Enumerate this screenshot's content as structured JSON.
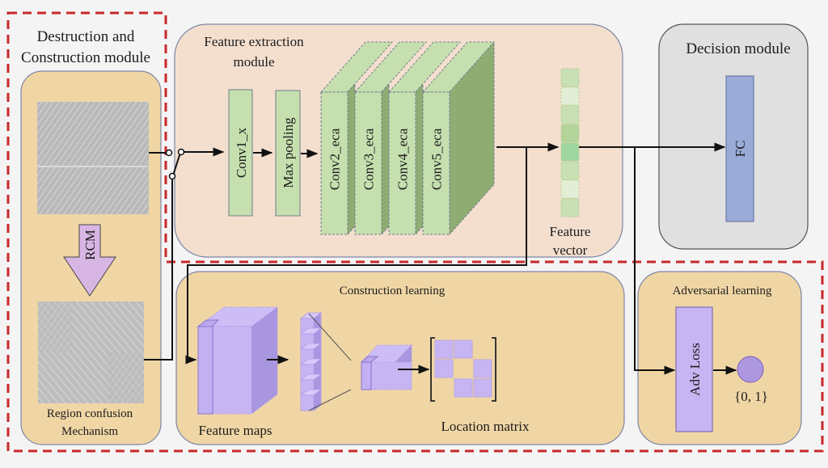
{
  "diagram": {
    "modules": {
      "destruction_construction": {
        "title_line1": "Destruction and",
        "title_line2": "Construction module"
      },
      "feature_extraction": {
        "title_line1": "Feature extraction",
        "title_line2": "module"
      },
      "decision": {
        "title": "Decision module"
      },
      "construction_learning": {
        "title": "Construction learning"
      },
      "adversarial_learning": {
        "title": "Adversarial learning"
      }
    },
    "rcm": {
      "arrow_label": "RCM",
      "caption_line1": "Region confusion",
      "caption_line2": "Mechanism"
    },
    "layers": {
      "conv1": "Conv1_x",
      "maxpool": "Max pooling",
      "eca_blocks": [
        "Conv2_eca",
        "Conv3_eca",
        "Conv4_eca",
        "Conv5_eca"
      ]
    },
    "feature_vector": {
      "label_line1": "Feature",
      "label_line2": "vector",
      "cells": [
        "#c9dfb4",
        "#e2efd6",
        "#c9dfb4",
        "#b4d39a",
        "#9fd6a0",
        "#c9dfb4",
        "#e2efd6",
        "#c9dfb4"
      ]
    },
    "fc": {
      "label": "FC"
    },
    "construction": {
      "feature_maps_label": "Feature maps",
      "location_matrix_label": "Location matrix",
      "location_matrix": [
        [
          1,
          1,
          0
        ],
        [
          1,
          0,
          1
        ],
        [
          0,
          1,
          1
        ]
      ]
    },
    "adversarial": {
      "loss_label": "Adv Loss",
      "output_label": "{0,  1}"
    },
    "colors": {
      "background": "#f4f4f4",
      "dashed_border": "#c8282a",
      "tan_panel": "#f0d6a5",
      "peach_panel": "#f4dfcf",
      "gray_panel": "#e0e0e0",
      "light_green": "#c5dfae",
      "dark_green": "#8fad72",
      "purple": "#c7b5f3",
      "purple_dark": "#a996e0",
      "fc_blue": "#9aabd8",
      "panel_stroke": "#7c86a6"
    }
  }
}
